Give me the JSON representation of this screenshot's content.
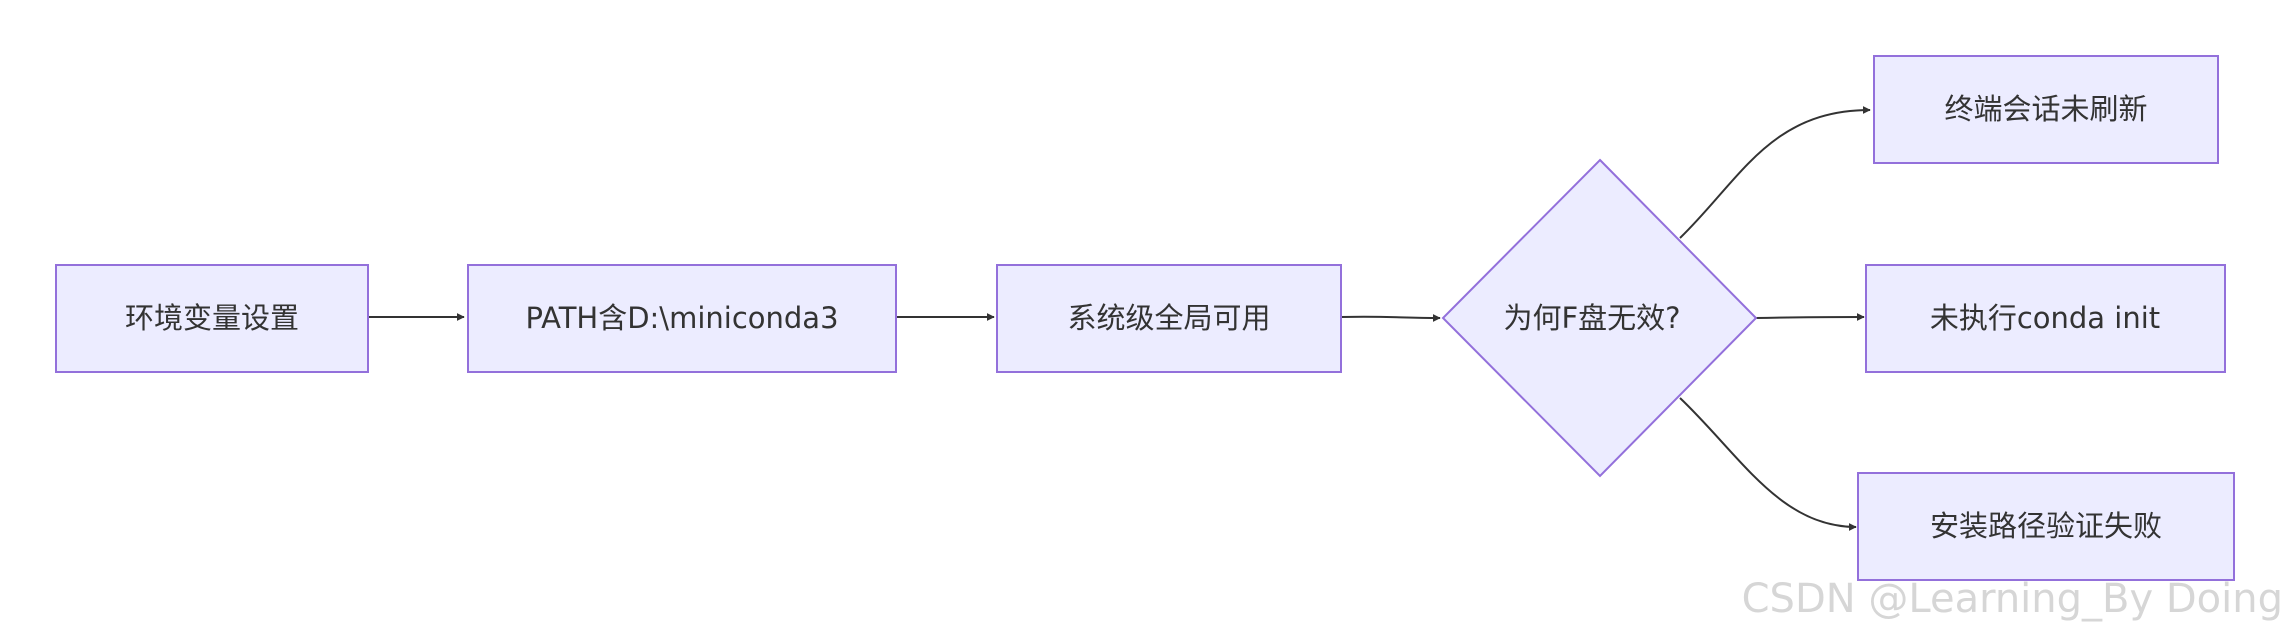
{
  "nodes": {
    "env_var_setting": "环境变量设置",
    "path_contains": "PATH含D:\\miniconda3",
    "system_global": "系统级全局可用",
    "decision": "为何F盘无效?",
    "terminal_session": "终端会话未刷新",
    "conda_init": "未执行conda init",
    "install_path": "安装路径验证失败"
  },
  "watermark": "CSDN @Learning_By Doing",
  "colors": {
    "node_fill": "#ececff",
    "node_stroke": "#9370db",
    "edge": "#333333",
    "text": "#333333",
    "watermark": "#d6d6d6"
  }
}
